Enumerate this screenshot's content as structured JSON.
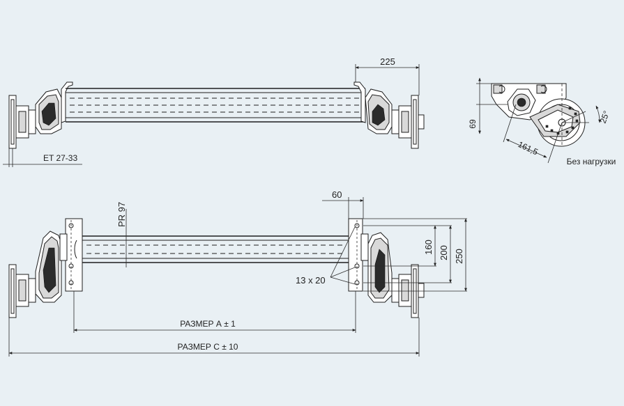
{
  "dimensions": {
    "flange_offset": "225",
    "et": "ET 27-33",
    "height": "69",
    "arm_length": "161,5",
    "angle": "25°",
    "no_load": "Без нагрузки",
    "bracket_width": "60",
    "pr": "PR 97",
    "dim_160": "160",
    "dim_200": "200",
    "dim_250": "250",
    "holes": "13 x 20",
    "size_a": "РАЗМЕР А ± 1",
    "size_c": "РАЗМЕР С ± 10"
  }
}
